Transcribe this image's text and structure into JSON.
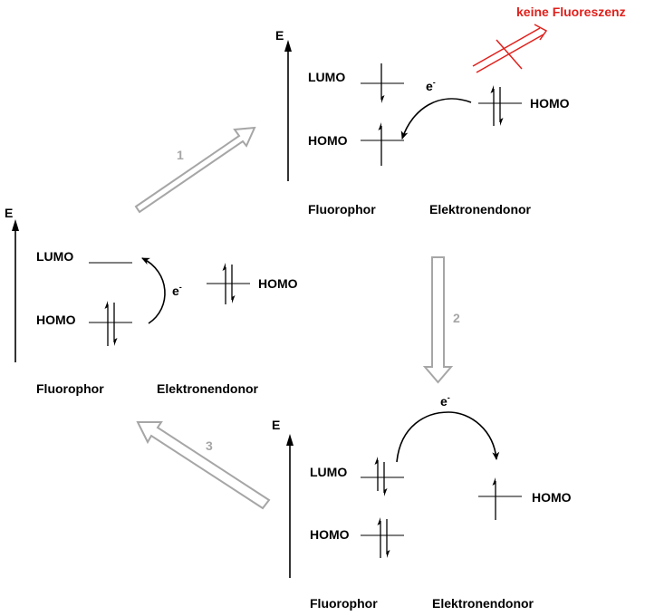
{
  "labels": {
    "energy": "E",
    "lumo": "LUMO",
    "homo": "HOMO",
    "electron": "e",
    "electron_sup": "-",
    "fluorophore": "Fluorophor",
    "donor": "Elektronendonor",
    "no_fluorescence": "keine Fluoreszenz"
  },
  "steps": [
    "1",
    "2",
    "3"
  ],
  "colors": {
    "ink": "#000000",
    "process_arrow": "#a6a6a6",
    "warning": "#e0201b"
  }
}
